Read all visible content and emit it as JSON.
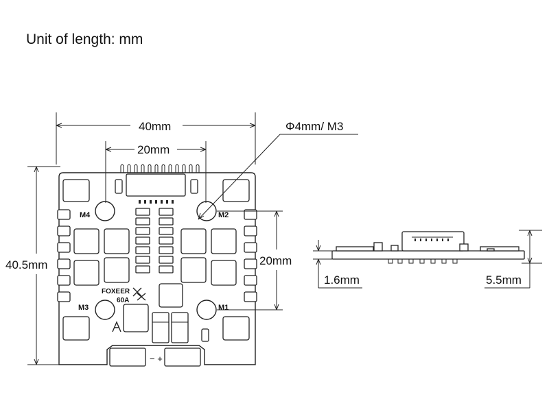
{
  "title": "Unit of length: mm",
  "dimensions": {
    "width_outer": "40mm",
    "width_inner": "20mm",
    "height_outer": "40.5mm",
    "height_inner": "20mm",
    "hole": "Φ4mm/ M3",
    "thickness_pcb": "1.6mm",
    "thickness_total": "5.5mm"
  },
  "board": {
    "brand": "FOXEER",
    "model": "60A",
    "mounts": [
      "M4",
      "M2",
      "M3",
      "M1"
    ],
    "power_symbols": "− +"
  }
}
